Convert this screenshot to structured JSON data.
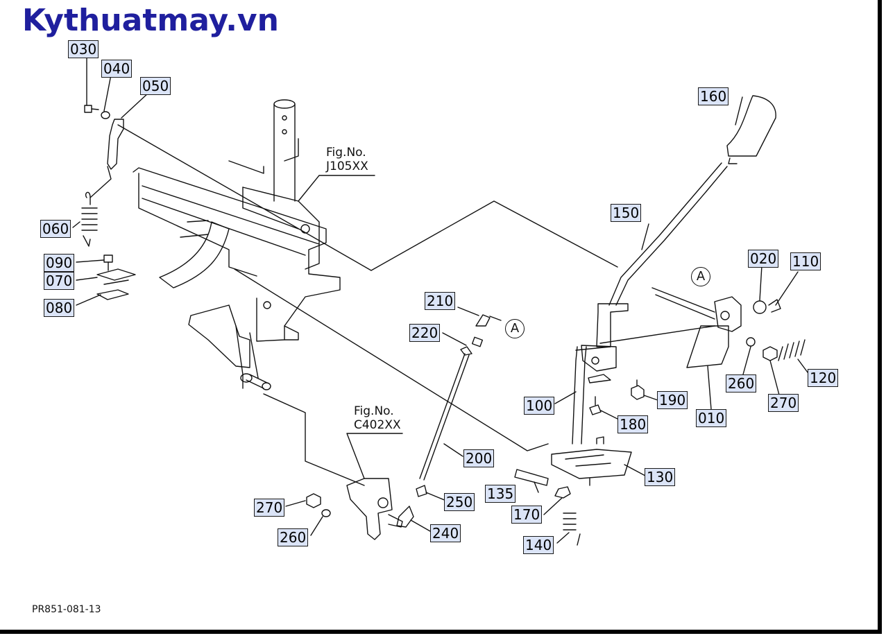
{
  "brand": {
    "text": "Kythuatmay.vn"
  },
  "drawing_code": "PR851-081-13",
  "figure_refs": {
    "frame": [
      "Fig.No.",
      "J105XX"
    ],
    "pedal": [
      "Fig.No.",
      "C402XX"
    ]
  },
  "callouts": {
    "a1": "A",
    "a2": "A"
  },
  "parts": {
    "p030": "030",
    "p040": "040",
    "p050": "050",
    "p060": "060",
    "p090": "090",
    "p070": "070",
    "p080": "080",
    "p210": "210",
    "p220": "220",
    "p200": "200",
    "p250": "250",
    "p240": "240",
    "p270a": "270",
    "p260a": "260",
    "p160": "160",
    "p150": "150",
    "p020": "020",
    "p110": "110",
    "p120": "120",
    "p260b": "260",
    "p270b": "270",
    "p010": "010",
    "p100": "100",
    "p190": "190",
    "p180": "180",
    "p130": "130",
    "p135": "135",
    "p170": "170",
    "p140": "140"
  },
  "colors": {
    "brand": "#1f1f9e",
    "label_fill": "#dbe4f7",
    "line": "#111111"
  }
}
